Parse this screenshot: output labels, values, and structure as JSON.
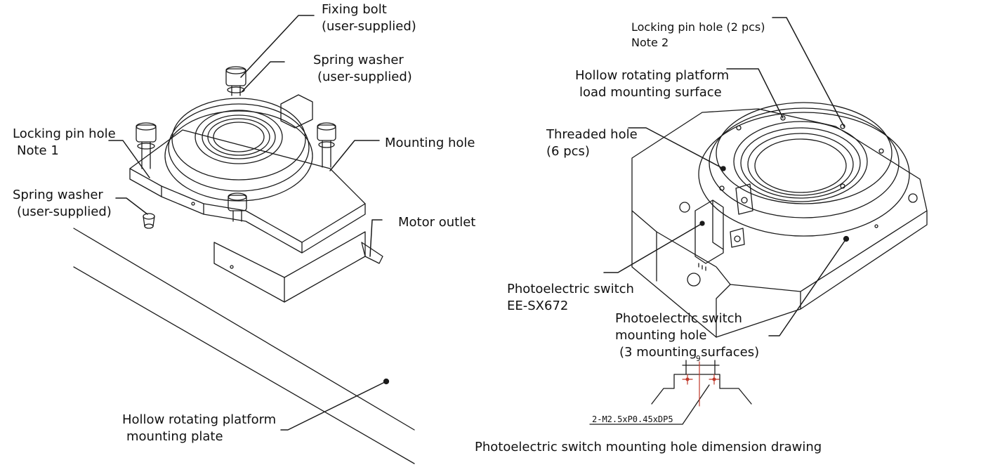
{
  "left": {
    "fixing_bolt": [
      "Fixing bolt",
      "(user-supplied)"
    ],
    "spring_washer_top": [
      "Spring washer",
      "(user-supplied)"
    ],
    "locking_pin_hole": [
      "Locking pin hole",
      "Note 1"
    ],
    "mounting_hole": "Mounting hole",
    "spring_washer_left": [
      "Spring washer",
      "(user-supplied)"
    ],
    "motor_outlet": "Motor outlet",
    "mounting_plate": [
      "Hollow rotating platform",
      "mounting plate"
    ]
  },
  "right": {
    "locking_pin_hole": [
      "Locking pin hole (2 pcs)",
      "Note 2"
    ],
    "load_surface": [
      "Hollow rotating platform",
      "load mounting surface"
    ],
    "threaded_hole": [
      "Threaded hole",
      "(6 pcs)"
    ],
    "photo_switch": [
      "Photoelectric switch",
      "EE-SX672"
    ],
    "photo_switch_hole": [
      "Photoelectric switch",
      "mounting hole",
      "(3 mounting surfaces)"
    ],
    "dimension_value": "9",
    "thread_spec": "2-M2.5xP0.45xDP5",
    "caption": "Photoelectric switch mounting hole dimension drawing"
  },
  "colors": {
    "line": "#1a1a1a",
    "accent_red": "#c0392b"
  }
}
